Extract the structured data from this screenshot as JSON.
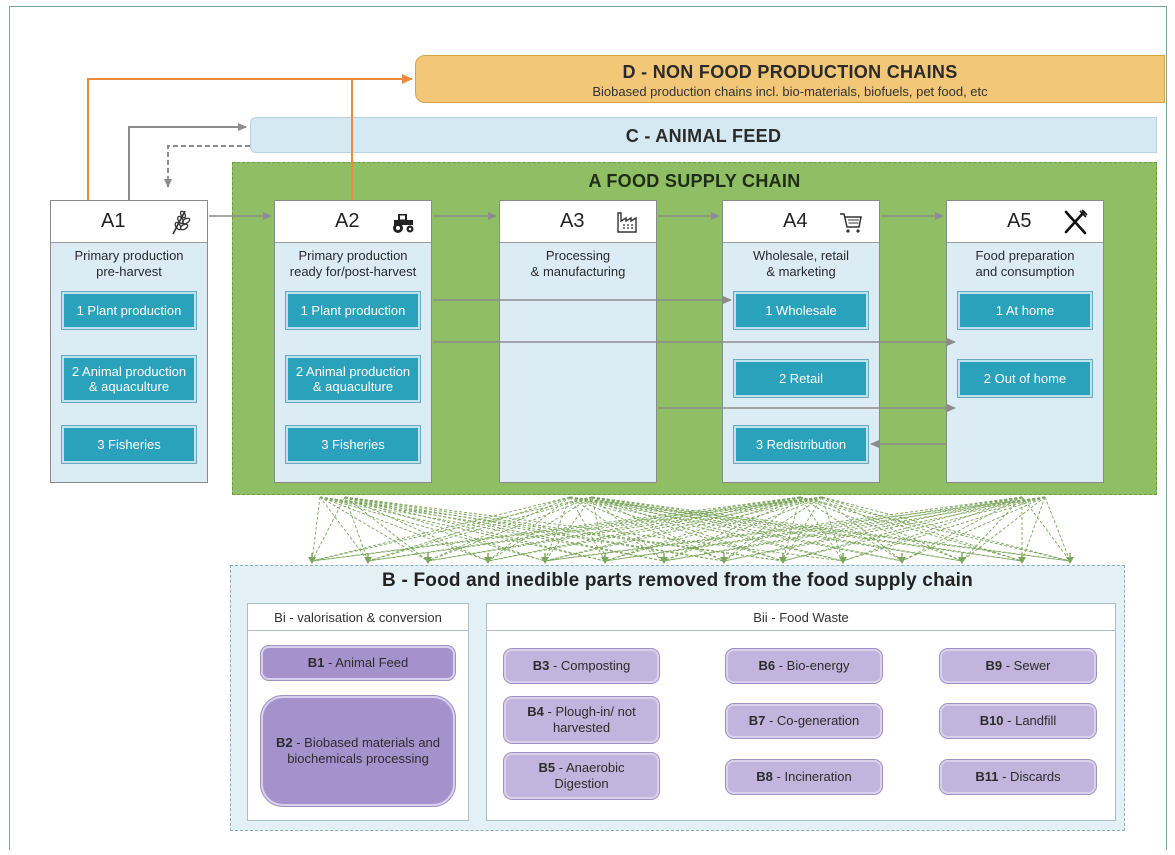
{
  "d_box": {
    "title": "D - NON FOOD PRODUCTION CHAINS",
    "subtitle": "Biobased production chains incl. bio-materials, biofuels, pet food, etc"
  },
  "c_box": {
    "title": "C - ANIMAL FEED"
  },
  "a_zone": {
    "title": "A FOOD SUPPLY CHAIN"
  },
  "stages": [
    {
      "code": "A1",
      "icon": "wheat-icon",
      "desc": "Primary production\npre-harvest",
      "items": [
        "1 Plant production",
        "2 Animal production\n& aquaculture",
        "3 Fisheries"
      ]
    },
    {
      "code": "A2",
      "icon": "tractor-icon",
      "desc": "Primary production\nready for/post-harvest",
      "items": [
        "1 Plant production",
        "2 Animal production\n& aquaculture",
        "3 Fisheries"
      ]
    },
    {
      "code": "A3",
      "icon": "factory-icon",
      "desc": "Processing\n& manufacturing",
      "items": []
    },
    {
      "code": "A4",
      "icon": "shopping-cart-icon",
      "desc": "Wholesale, retail\n& marketing",
      "items": [
        "1 Wholesale",
        "2 Retail",
        "3 Redistribution"
      ]
    },
    {
      "code": "A5",
      "icon": "fork-knife-icon",
      "desc": "Food preparation\nand consumption",
      "items": [
        "1 At home",
        "2 Out of home"
      ]
    }
  ],
  "b_zone": {
    "title": "B - Food and inedible parts removed from the food supply chain",
    "bi": {
      "title": "Bi - valorisation & conversion",
      "items": [
        {
          "code": "B1",
          "label": " - Animal Feed"
        },
        {
          "code": "B2",
          "label": " - Biobased materials and biochemicals processing"
        }
      ]
    },
    "bii": {
      "title": "Bii - Food Waste",
      "items": [
        {
          "code": "B3",
          "label": " - Composting"
        },
        {
          "code": "B4",
          "label": " - Plough-in/ not harvested"
        },
        {
          "code": "B5",
          "label": " - Anaerobic Digestion"
        },
        {
          "code": "B6",
          "label": " - Bio-energy"
        },
        {
          "code": "B7",
          "label": " - Co-generation"
        },
        {
          "code": "B8",
          "label": " - Incineration"
        },
        {
          "code": "B9",
          "label": " - Sewer"
        },
        {
          "code": "B10",
          "label": " - Landfill"
        },
        {
          "code": "B11",
          "label": " - Discards"
        }
      ]
    }
  },
  "colors": {
    "non_food": "#f2c777",
    "animal_feed": "#d4e9f1",
    "food_chain_green": "#8fbe64",
    "stage_item_teal": "#2aa2bb",
    "b_item_purple": "#c2b4dc",
    "arrow_orange": "#ee8a3a",
    "arrow_grey": "#8c8c8c"
  }
}
